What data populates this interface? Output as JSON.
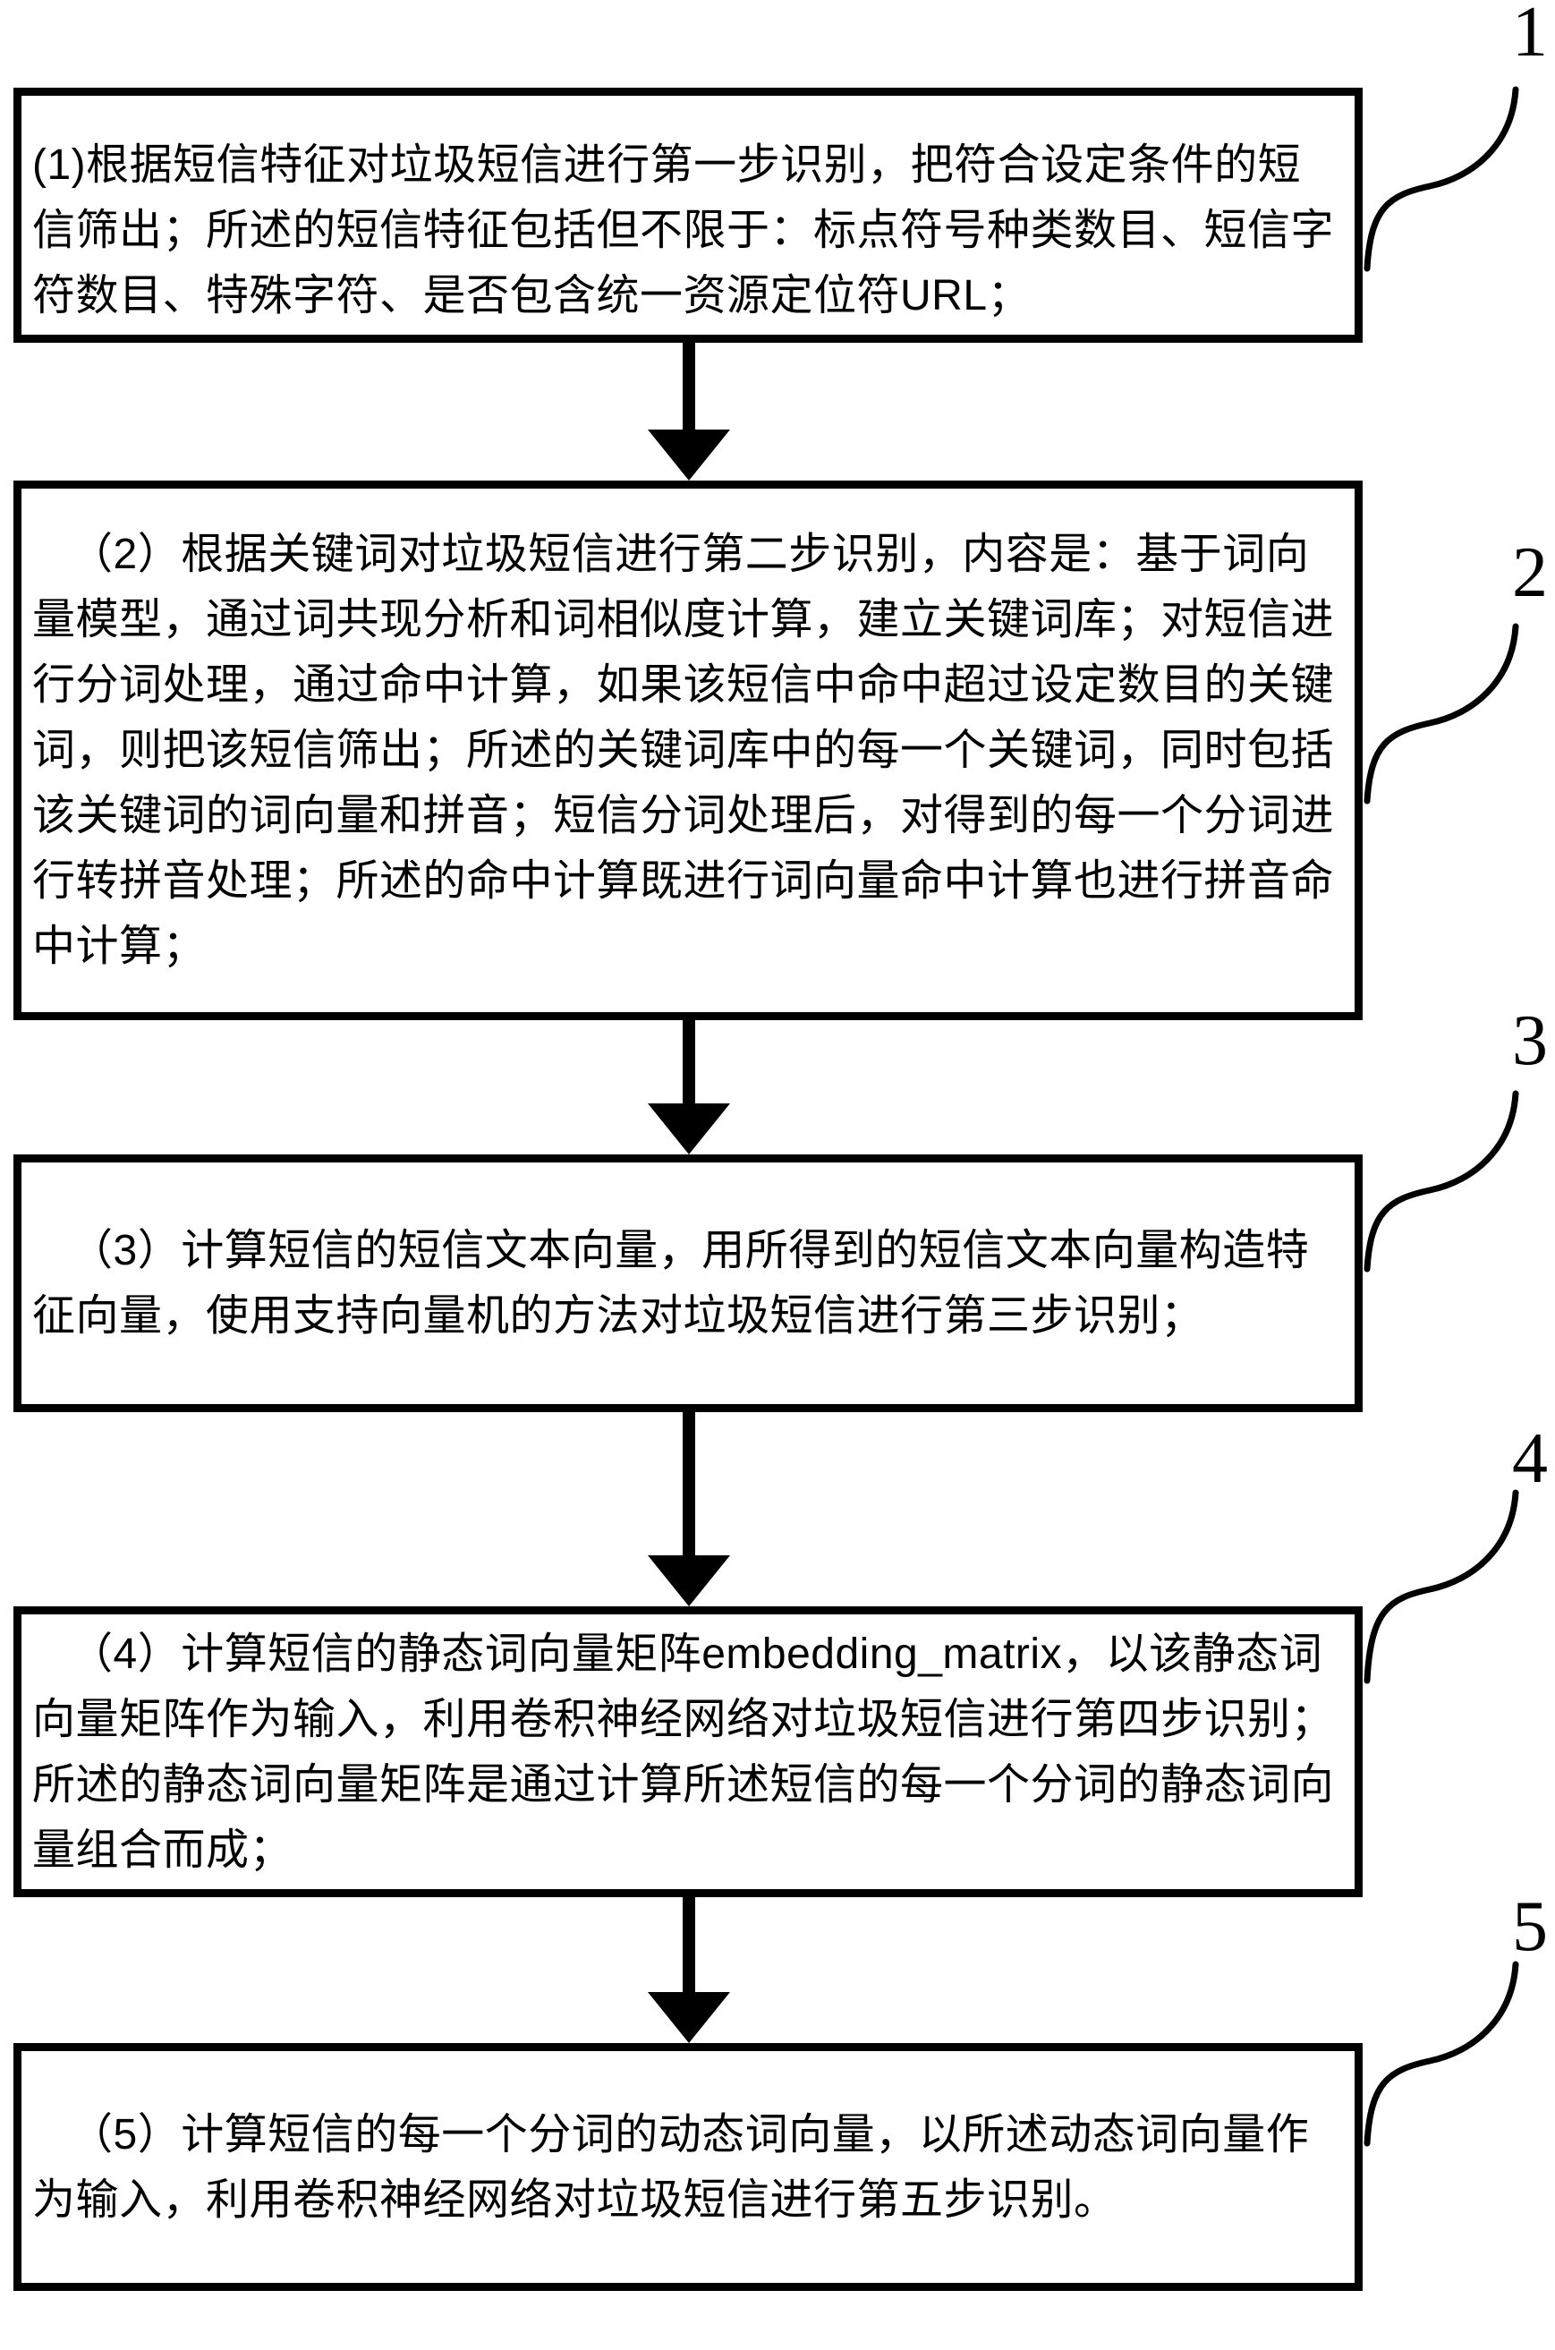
{
  "page": {
    "background_color": "#ffffff",
    "line_color": "#000000"
  },
  "figure": {
    "type": "flowchart",
    "direction": "top-down",
    "steps": [
      {
        "ref": "1",
        "text": "(1)根据短信特征对垃圾短信进行第一步识别，把符合设定条件的短信筛出；所述的短信特征包括但不限于：标点符号种类数目、短信字符数目、特殊字符、是否包含统一资源定位符URL；"
      },
      {
        "ref": "2",
        "text": "（2）根据关键词对垃圾短信进行第二步识别，内容是：基于词向量模型，通过词共现分析和词相似度计算，建立关键词库；对短信进行分词处理，通过命中计算，如果该短信中命中超过设定数目的关键词，则把该短信筛出；所述的关键词库中的每一个关键词，同时包括该关键词的词向量和拼音；短信分词处理后，对得到的每一个分词进行转拼音处理；所述的命中计算既进行词向量命中计算也进行拼音命中计算；"
      },
      {
        "ref": "3",
        "text": "（3）计算短信的短信文本向量，用所得到的短信文本向量构造特征向量，使用支持向量机的方法对垃圾短信进行第三步识别；"
      },
      {
        "ref": "4",
        "text": "（4）计算短信的静态词向量矩阵embedding_matrix，以该静态词向量矩阵作为输入，利用卷积神经网络对垃圾短信进行第四步识别；所述的静态词向量矩阵是通过计算所述短信的每一个分词的静态词向量组合而成；"
      },
      {
        "ref": "5",
        "text": "（5）计算短信的每一个分词的动态词向量，以所述动态词向量作为输入，利用卷积神经网络对垃圾短信进行第五步识别。"
      }
    ]
  }
}
